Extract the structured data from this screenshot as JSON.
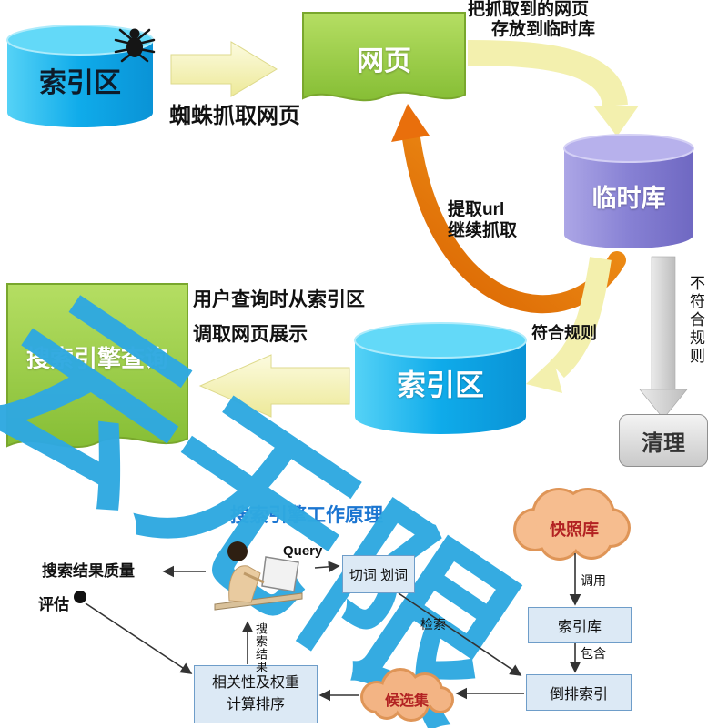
{
  "watermark": {
    "text": "云无限",
    "color": "#2FA9E1"
  },
  "top_flow": {
    "index_db_top": {
      "label": "索引区"
    },
    "crawl_caption": "蜘蛛抓取网页",
    "webpage_doc": {
      "label": "网页"
    },
    "store_caption": {
      "line1": "把抓取到的网页",
      "line2": "存放到临时库"
    },
    "temp_db": {
      "label": "临时库"
    },
    "extract_caption": {
      "line1": "提取url",
      "line2": "继续抓取"
    },
    "match_rule_label": "符合规则",
    "not_match_rule_label": "不符合规则",
    "clean_box": {
      "label": "清理"
    },
    "index_db_mid": {
      "label": "索引区"
    },
    "query_doc": {
      "label": "搜索引擎查询"
    },
    "query_caption": {
      "line1": "用户查询时从索引区",
      "line2": "调取网页展示"
    }
  },
  "bottom_flow": {
    "title": "搜索引擎工作原理",
    "query_label": "Query",
    "segment_box": {
      "label": "切词 划词"
    },
    "snapshot_cloud": {
      "label": "快照库"
    },
    "call_label": "调用",
    "index_lib_box": {
      "label": "索引库"
    },
    "contain_label": "包含",
    "inverted_index_box": {
      "label": "倒排索引"
    },
    "retrieve_label": "检索",
    "candidate_cloud": {
      "label": "候选集"
    },
    "rank_box": {
      "line1": "相关性及权重",
      "line2": "计算排序"
    },
    "result_label": "搜索结果",
    "quality_caption": {
      "line1": "搜索结果质量",
      "line2": "评估"
    }
  },
  "icons": {
    "spider": "🕷"
  },
  "colors": {
    "cyan_cylinder": "#0FABEA",
    "purple_cylinder": "#8781D4",
    "green_document": "#8CC63F",
    "yellow_arrow": "#F3F0AE",
    "orange_arrow": "#E8761A",
    "gray_arrow": "#C9C9C9",
    "salmon_cloud": "#F5B98B",
    "watermark_blue": "#2FA9E1",
    "box_fill": "#DCE9F5",
    "box_border": "#6E9DC9",
    "cloud_text": "#B22222",
    "title_blue": "#1B75D1"
  }
}
